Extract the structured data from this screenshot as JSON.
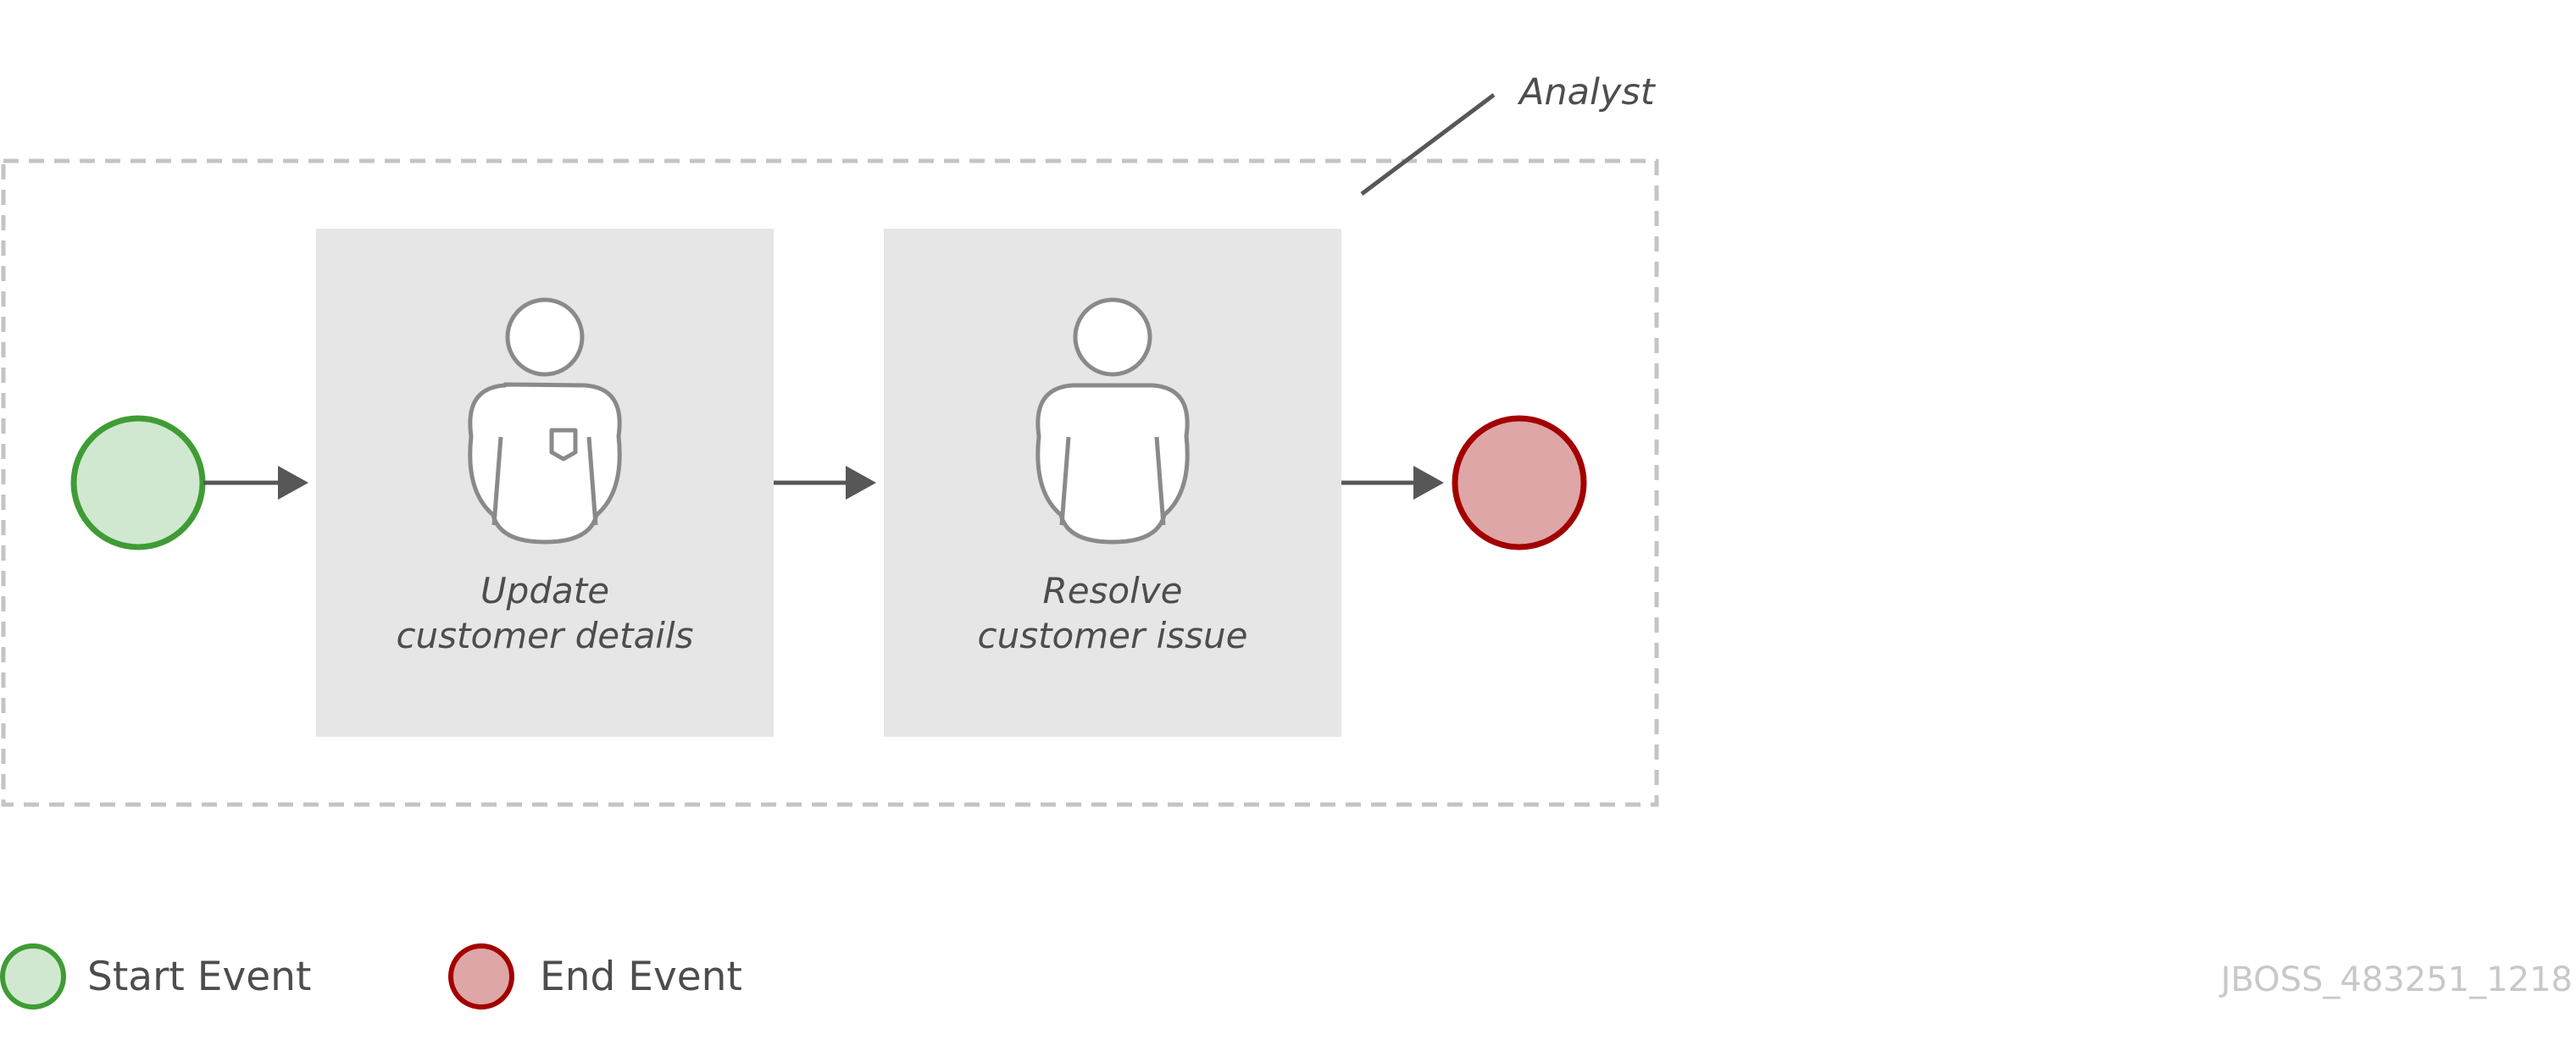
{
  "lane": {
    "label": "Analyst"
  },
  "tasks": [
    {
      "line1": "Update",
      "line2": "customer details"
    },
    {
      "line1": "Resolve",
      "line2": "customer issue"
    }
  ],
  "legend": {
    "start_label": "Start Event",
    "end_label": "End Event"
  },
  "figure_code": "JBOSS_483251_1218",
  "colors": {
    "start_fill": "#d0e8d0",
    "start_stroke": "#3f9c35",
    "end_fill": "#dea6a6",
    "end_stroke": "#a30000",
    "task_fill": "#e6e6e6",
    "line": "#575757",
    "person_stroke": "#8a8a8a",
    "lane_border": "#c4c4c4"
  }
}
